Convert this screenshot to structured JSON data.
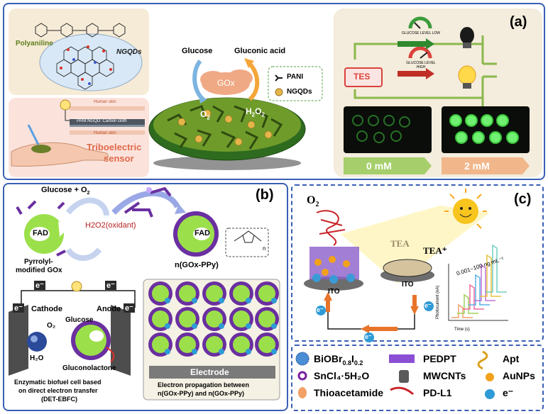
{
  "panel_a": {
    "label": "(a)",
    "polyaniline": "Polyaniline",
    "ngqds": "NGQDs",
    "human_skin_top": "Human skin",
    "layer_mid": "PANI:NGQD: Carbon cloth",
    "human_skin_bottom": "Human skin",
    "triboelectric": "Triboelectric",
    "sensor": "sensor",
    "glucose": "Glucose",
    "gluconic_acid": "Gluconic acid",
    "gox": "GOx",
    "o2": "O",
    "o2_sub": "2",
    "h2o2": "H",
    "h2o2_sub1": "2",
    "h2o2_mid": "O",
    "h2o2_sub2": "2",
    "legend_pani": "PANI",
    "legend_ngqds": "NGQDs",
    "tes": "TES",
    "glucose_level_low": "GLUCOSE LEVEL LOW",
    "glucose_level_high": "GLUCOSE LEVEL HIGH",
    "conc_0": "0 mM",
    "conc_2": "2 mM",
    "colors": {
      "frame": "#3a5fb5",
      "green_arrow": "#8ab84a",
      "tes_red": "#d9423b",
      "orange": "#e8a95d"
    }
  },
  "panel_b": {
    "label": "(b)",
    "glucose_o2": "Glucose + O",
    "glucose_o2_sub": "2",
    "fad1": "FAD",
    "fad2": "FAD",
    "h2o2_oxidant": "H2O2(oxidant)",
    "pyrrolyl": "Pyrrolyl-",
    "modified_gox": "modified GOx",
    "n_gox_ppy": "n(GOx-PPy)",
    "ppy_subscript": "n",
    "e_minus": "e⁻",
    "cathode": "Cathode",
    "anode": "Anode",
    "o2": "O₂",
    "glucose": "Glucose",
    "h2o": "H₂O",
    "gluconolactone": "Gluconolactone",
    "ebfc_line1": "Enzymatic biofuel cell based",
    "ebfc_line2": "on direct electron transfer",
    "ebfc_line3": "(DET-EBFC)",
    "electrode": "Electrode",
    "propagation_line1": "Electron propagation between",
    "propagation_line2": "n(GOx-PPy) and n(GOx-PPy)",
    "colors": {
      "frame": "#3a5fb5",
      "green": "#9be04a",
      "purple": "#6a2fa0"
    }
  },
  "panel_c": {
    "label": "(c)",
    "o2": "O",
    "o2_sub": "2",
    "tea": "TEA",
    "tea_plus": "TEA⁺",
    "ito_left": "ITO",
    "ito_right": "ITO",
    "e_minus": "e⁻",
    "conc_range": "0.001~100 ng mL⁻¹",
    "y_axis": "Photocurrent (nA)",
    "x_axis": "Time (s)",
    "colors": {
      "frame": "#3a5fb5",
      "orange_arrow": "#e8742a"
    }
  },
  "legend": {
    "biobr": "BiOBr",
    "biobr_sub1": "0.8",
    "biobr_mid": "I",
    "biobr_sub2": "0.2",
    "pedpt": "PEDPT",
    "apt": "Apt",
    "sncl": "SnCl₄·5H₂O",
    "mwcnts": "MWCNTs",
    "aunps": "AuNPs",
    "thioacetamide": "Thioacetamide",
    "pdl1": "PD-L1",
    "e_minus": "e⁻"
  }
}
